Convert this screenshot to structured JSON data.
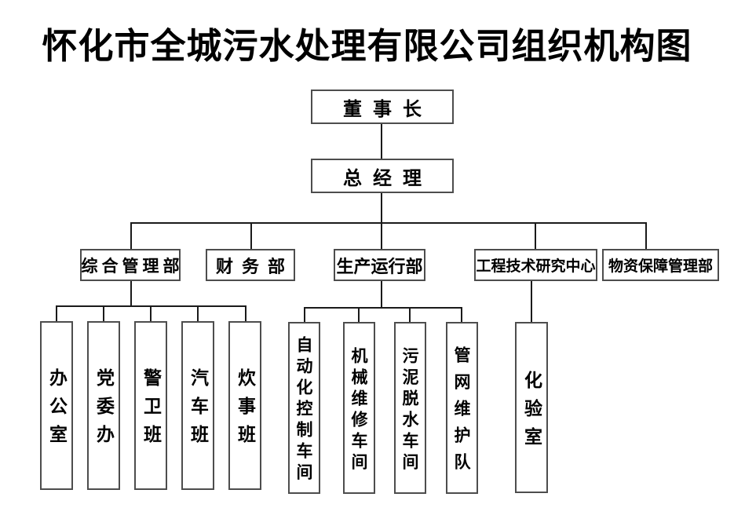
{
  "title": "怀化市全城污水处理有限公司组织机构图",
  "org": {
    "chairman": "董事长",
    "general_manager": "总经理",
    "departments": [
      {
        "label": "综合管理部"
      },
      {
        "label": "财务部"
      },
      {
        "label": "生产运行部"
      },
      {
        "label": "工程技术研究中心"
      },
      {
        "label": "物资保障管理部"
      }
    ],
    "admin_units": [
      "办公室",
      "党委办",
      "警卫班",
      "汽车班",
      "炊事班"
    ],
    "production_units": [
      "自动化控制车间",
      "机械维修车间",
      "污泥脱水车间",
      "管网维护队"
    ],
    "research_units": [
      "化验室"
    ]
  },
  "colors": {
    "background": "#ffffff",
    "text": "#000000",
    "box_border": "#4d4d4d",
    "connector": "#1a1a1a"
  }
}
